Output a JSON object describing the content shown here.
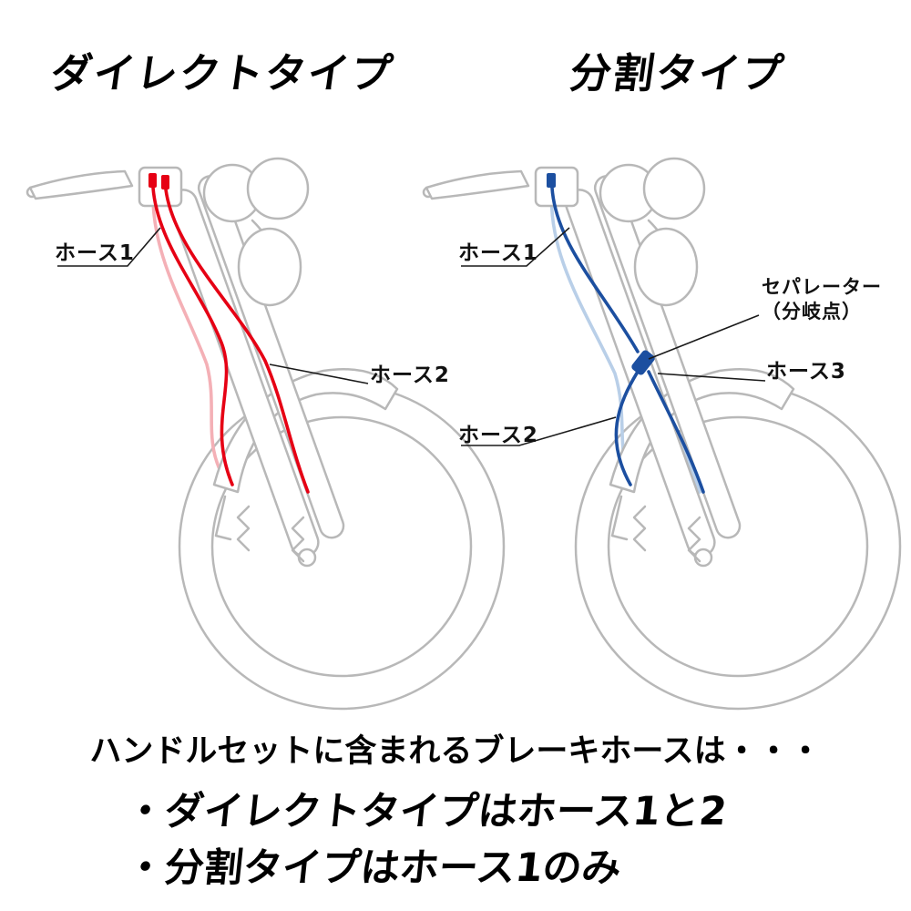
{
  "titles": {
    "direct": "ダイレクトタイプ",
    "split": "分割タイプ"
  },
  "direct": {
    "hose1_label": "ホース1",
    "hose2_label": "ホース2",
    "hose_color": "#e60014"
  },
  "split": {
    "hose1_label": "ホース1",
    "hose2_label": "ホース2",
    "hose3_label": "ホース3",
    "separator_line1": "セパレーター",
    "separator_line2": "（分岐点）",
    "hose_color": "#1c4fa0"
  },
  "footer": {
    "intro": "ハンドルセットに含まれるブレーキホースは・・・",
    "bullet1": "・ダイレクトタイプはホース1と2",
    "bullet2": "・分割タイプはホース1のみ"
  },
  "colors": {
    "outline": "#b8b8b8",
    "leader": "#1a1a1a"
  }
}
